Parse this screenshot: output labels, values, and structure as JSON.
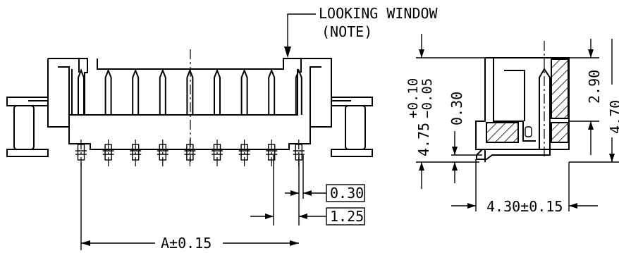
{
  "labels": {
    "looking_window": "LOOKING WINDOW",
    "note": "(NOTE)",
    "dim_a": "A±0.15",
    "dim_pin_width": "0.30",
    "dim_pitch": "1.25",
    "dim_height_main": "4.75",
    "dim_height_tol_plus": "+0.10",
    "dim_height_tol_minus": "−0.05",
    "dim_standoff": "0.30",
    "dim_depth": "4.30±0.15",
    "dim_window_height": "2.90",
    "dim_total_height": "4.70"
  },
  "front_view": {
    "pin_count": 9
  }
}
